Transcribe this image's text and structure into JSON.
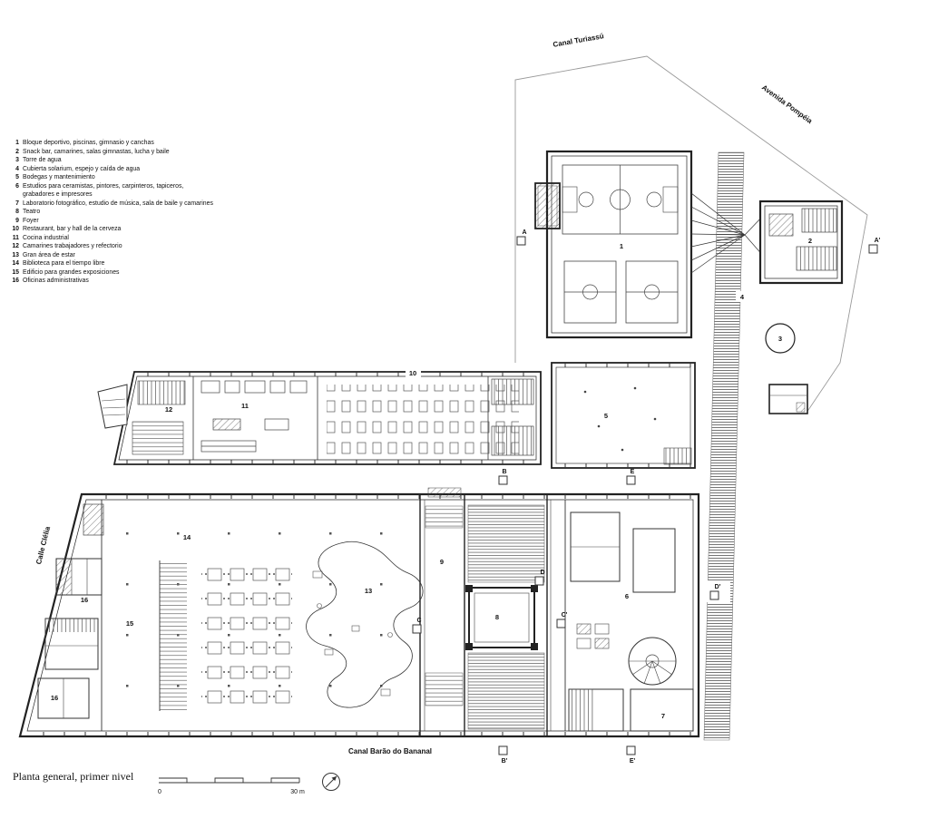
{
  "title": "Planta general, primer nivel",
  "legend_items": [
    {
      "num": "1",
      "text": "Bloque deportivo, piscinas, gimnasio y canchas"
    },
    {
      "num": "2",
      "text": "Snack bar, camarines, salas gimnastas, lucha y baile"
    },
    {
      "num": "3",
      "text": "Torre de agua"
    },
    {
      "num": "4",
      "text": "Cubierta solarium, espejo y caída de agua"
    },
    {
      "num": "5",
      "text": "Bodegas y mantenimiento"
    },
    {
      "num": "6",
      "text": "Estudios para ceramistas, pintores, carpinteros, tapiceros, grabadores e impresores"
    },
    {
      "num": "7",
      "text": "Laboratorio fotográfico, estudio de música, sala de baile y camarines"
    },
    {
      "num": "8",
      "text": "Teatro"
    },
    {
      "num": "9",
      "text": "Foyer"
    },
    {
      "num": "10",
      "text": "Restaurant, bar y hall de la cerveza"
    },
    {
      "num": "11",
      "text": "Cocina industrial"
    },
    {
      "num": "12",
      "text": "Camarines trabajadores y refectorio"
    },
    {
      "num": "13",
      "text": "Gran área de estar"
    },
    {
      "num": "14",
      "text": "Biblioteca para el tiempo libre"
    },
    {
      "num": "15",
      "text": "Edificio para grandes exposiciones"
    },
    {
      "num": "16",
      "text": "Oficinas administrativas"
    }
  ],
  "streets": {
    "canal_turiassu": "Canal Turiassú",
    "avenida_pompeia": "Avenida Pompéia",
    "calle_clelia": "Calle Clélia",
    "canal_barao": "Canal Barão do Bananal"
  },
  "sections": {
    "a": "A",
    "a_prime": "A'",
    "b": "B",
    "b_prime": "B'",
    "c": "C",
    "c_prime": "C'",
    "d": "D",
    "d_prime": "D'",
    "e": "E",
    "e_prime": "E'"
  },
  "plan_numbers": {
    "n1": "1",
    "n2": "2",
    "n3": "3",
    "n4": "4",
    "n5": "5",
    "n6": "6",
    "n7": "7",
    "n8": "8",
    "n9": "9",
    "n10": "10",
    "n11": "11",
    "n12": "12",
    "n13": "13",
    "n14": "14",
    "n15": "15",
    "n16": "16"
  },
  "scale_bar": {
    "start": "0",
    "end": "30 m"
  },
  "colors": {
    "ink": "#1f1f1f",
    "paper": "#ffffff"
  }
}
